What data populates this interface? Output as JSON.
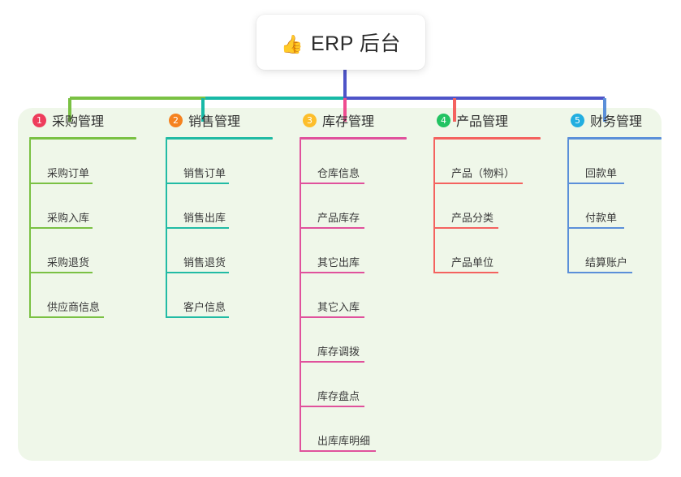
{
  "root": {
    "emoji": "👍",
    "emoji_icon": "thumbs-up-icon",
    "title": "ERP 后台",
    "stem_color": "#4e54c8"
  },
  "panel": {
    "background": "#eff7e9"
  },
  "columns": [
    {
      "index": "1",
      "title": "采购管理",
      "badge_color": "#ee3d5c",
      "line_color": "#7ac143",
      "connector_color": "#7ac143",
      "items": [
        {
          "label": "采购订单",
          "rule_width": 78
        },
        {
          "label": "采购入库",
          "rule_width": 78
        },
        {
          "label": "采购退货",
          "rule_width": 78
        },
        {
          "label": "供应商信息",
          "rule_width": 92
        }
      ]
    },
    {
      "index": "2",
      "title": "销售管理",
      "badge_color": "#f5821f",
      "line_color": "#21bba4",
      "connector_color": "#17b9a6",
      "items": [
        {
          "label": "销售订单",
          "rule_width": 78
        },
        {
          "label": "销售出库",
          "rule_width": 78
        },
        {
          "label": "销售退货",
          "rule_width": 78
        },
        {
          "label": "客户信息",
          "rule_width": 78
        }
      ]
    },
    {
      "index": "3",
      "title": "库存管理",
      "badge_color": "#fdbe2b",
      "line_color": "#e0519c",
      "connector_color": "#ef4c8f",
      "items": [
        {
          "label": "仓库信息",
          "rule_width": 80
        },
        {
          "label": "产品库存",
          "rule_width": 80
        },
        {
          "label": "其它出库",
          "rule_width": 80
        },
        {
          "label": "其它入库",
          "rule_width": 80
        },
        {
          "label": "库存调拨",
          "rule_width": 80
        },
        {
          "label": "库存盘点",
          "rule_width": 80
        },
        {
          "label": "出库库明细",
          "rule_width": 94
        }
      ]
    },
    {
      "index": "4",
      "title": "产品管理",
      "badge_color": "#22c362",
      "line_color": "#f4625f",
      "connector_color": "#f4625f",
      "items": [
        {
          "label": "产品（物料）",
          "rule_width": 110
        },
        {
          "label": "产品分类",
          "rule_width": 80
        },
        {
          "label": "产品单位",
          "rule_width": 80
        }
      ]
    },
    {
      "index": "5",
      "title": "财务管理",
      "badge_color": "#22aee0",
      "line_color": "#5b8fd9",
      "connector_color": "#5b8fd9",
      "items": [
        {
          "label": "回款单",
          "rule_width": 70
        },
        {
          "label": "付款单",
          "rule_width": 70
        },
        {
          "label": "结算账户",
          "rule_width": 80
        }
      ]
    }
  ]
}
